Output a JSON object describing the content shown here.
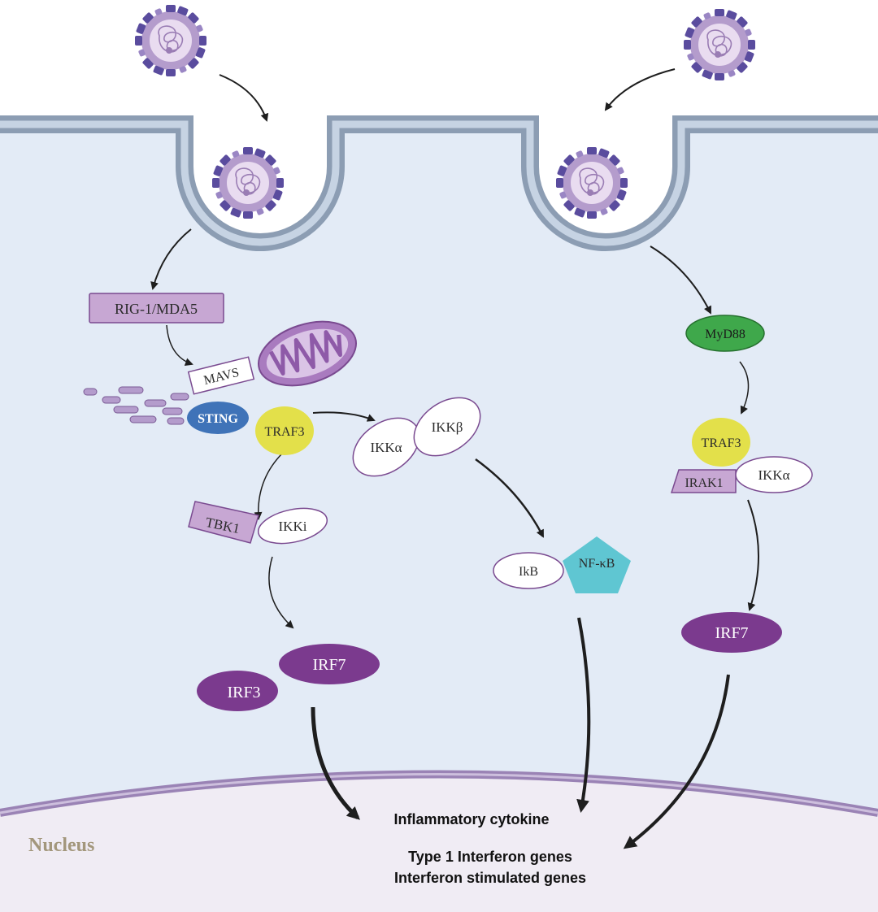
{
  "labels": {
    "rig": "RIG-1/MDA5",
    "mavs": "MAVS",
    "sting": "STING",
    "traf3_left": "TRAF3",
    "ikka_left": "IKKα",
    "ikkb": "IKKβ",
    "tbk1": "TBK1",
    "ikki": "IKKi",
    "ikb": "IkB",
    "nfkb": "NF-κB",
    "irf7_left": "IRF7",
    "irf3": "IRF3",
    "myd88": "MyD88",
    "traf3_right": "TRAF3",
    "irak1": "IRAK1",
    "ikka_right": "IKKα",
    "irf7_right": "IRF7",
    "nucleus": "Nucleus",
    "inflammatory": "Inflammatory cytokine",
    "type1": "Type 1 Interferon genes",
    "isg": "Interferon stimulated genes"
  },
  "colors": {
    "cytoplasm": "#e3ebf6",
    "membrane": "#8c9db3",
    "nucleus_fill": "#f0ecf4",
    "nuclear_envelope": "#9a83b5",
    "rig_fill": "#c7a7d3",
    "outline_purple": "#7a4a90",
    "sting": "#3f73b8",
    "traf3": "#e3e04a",
    "myd88": "#3fa84b",
    "nfkb": "#5fc6d2",
    "irf": "#7b3a8e",
    "mito": "#a97bbf",
    "virus_core": "#e9dcf0",
    "virus_spike": "#5a4c9e",
    "nucleus_text": "#a3977c"
  },
  "icons": [
    "virus-icon",
    "mitochondrion-icon",
    "endoplasmic-reticulum-icon"
  ]
}
